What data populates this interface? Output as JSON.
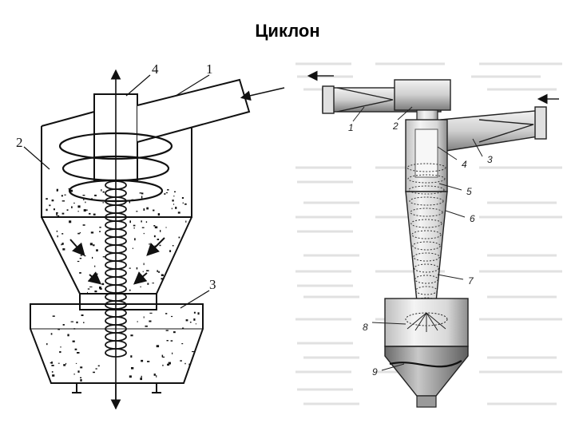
{
  "page": {
    "title": "Циклон"
  },
  "left_diagram": {
    "labels": [
      "1",
      "2",
      "3",
      "4"
    ]
  },
  "right_diagram": {
    "labels": [
      "1",
      "2",
      "3",
      "4",
      "5",
      "6",
      "7",
      "8",
      "9"
    ]
  },
  "colors": {
    "ink": "#111111",
    "metal_light": "#e8e8e8",
    "metal_dark": "#8a8a8a",
    "background": "#ffffff"
  }
}
